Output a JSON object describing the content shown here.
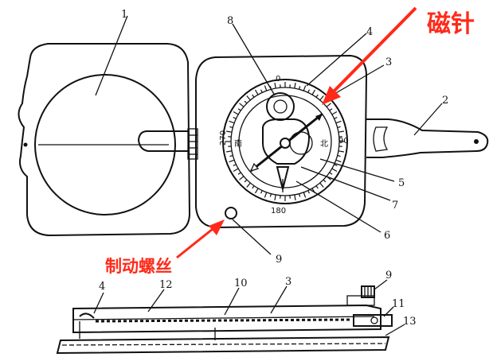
{
  "annotations": {
    "needle": "磁针",
    "brake_screw": "制动螺丝"
  },
  "dial": {
    "n": "0",
    "e": "90",
    "s": "180",
    "w": "270",
    "inner_e": "北",
    "inner_w": "南"
  },
  "labels_top": [
    "1",
    "2",
    "3",
    "4",
    "5",
    "6",
    "7",
    "8",
    "9"
  ],
  "labels_bottom": [
    "4",
    "12",
    "10",
    "3",
    "9",
    "11",
    "13"
  ],
  "colors": {
    "annotation": "#ff2a1a",
    "ink": "#111111"
  }
}
